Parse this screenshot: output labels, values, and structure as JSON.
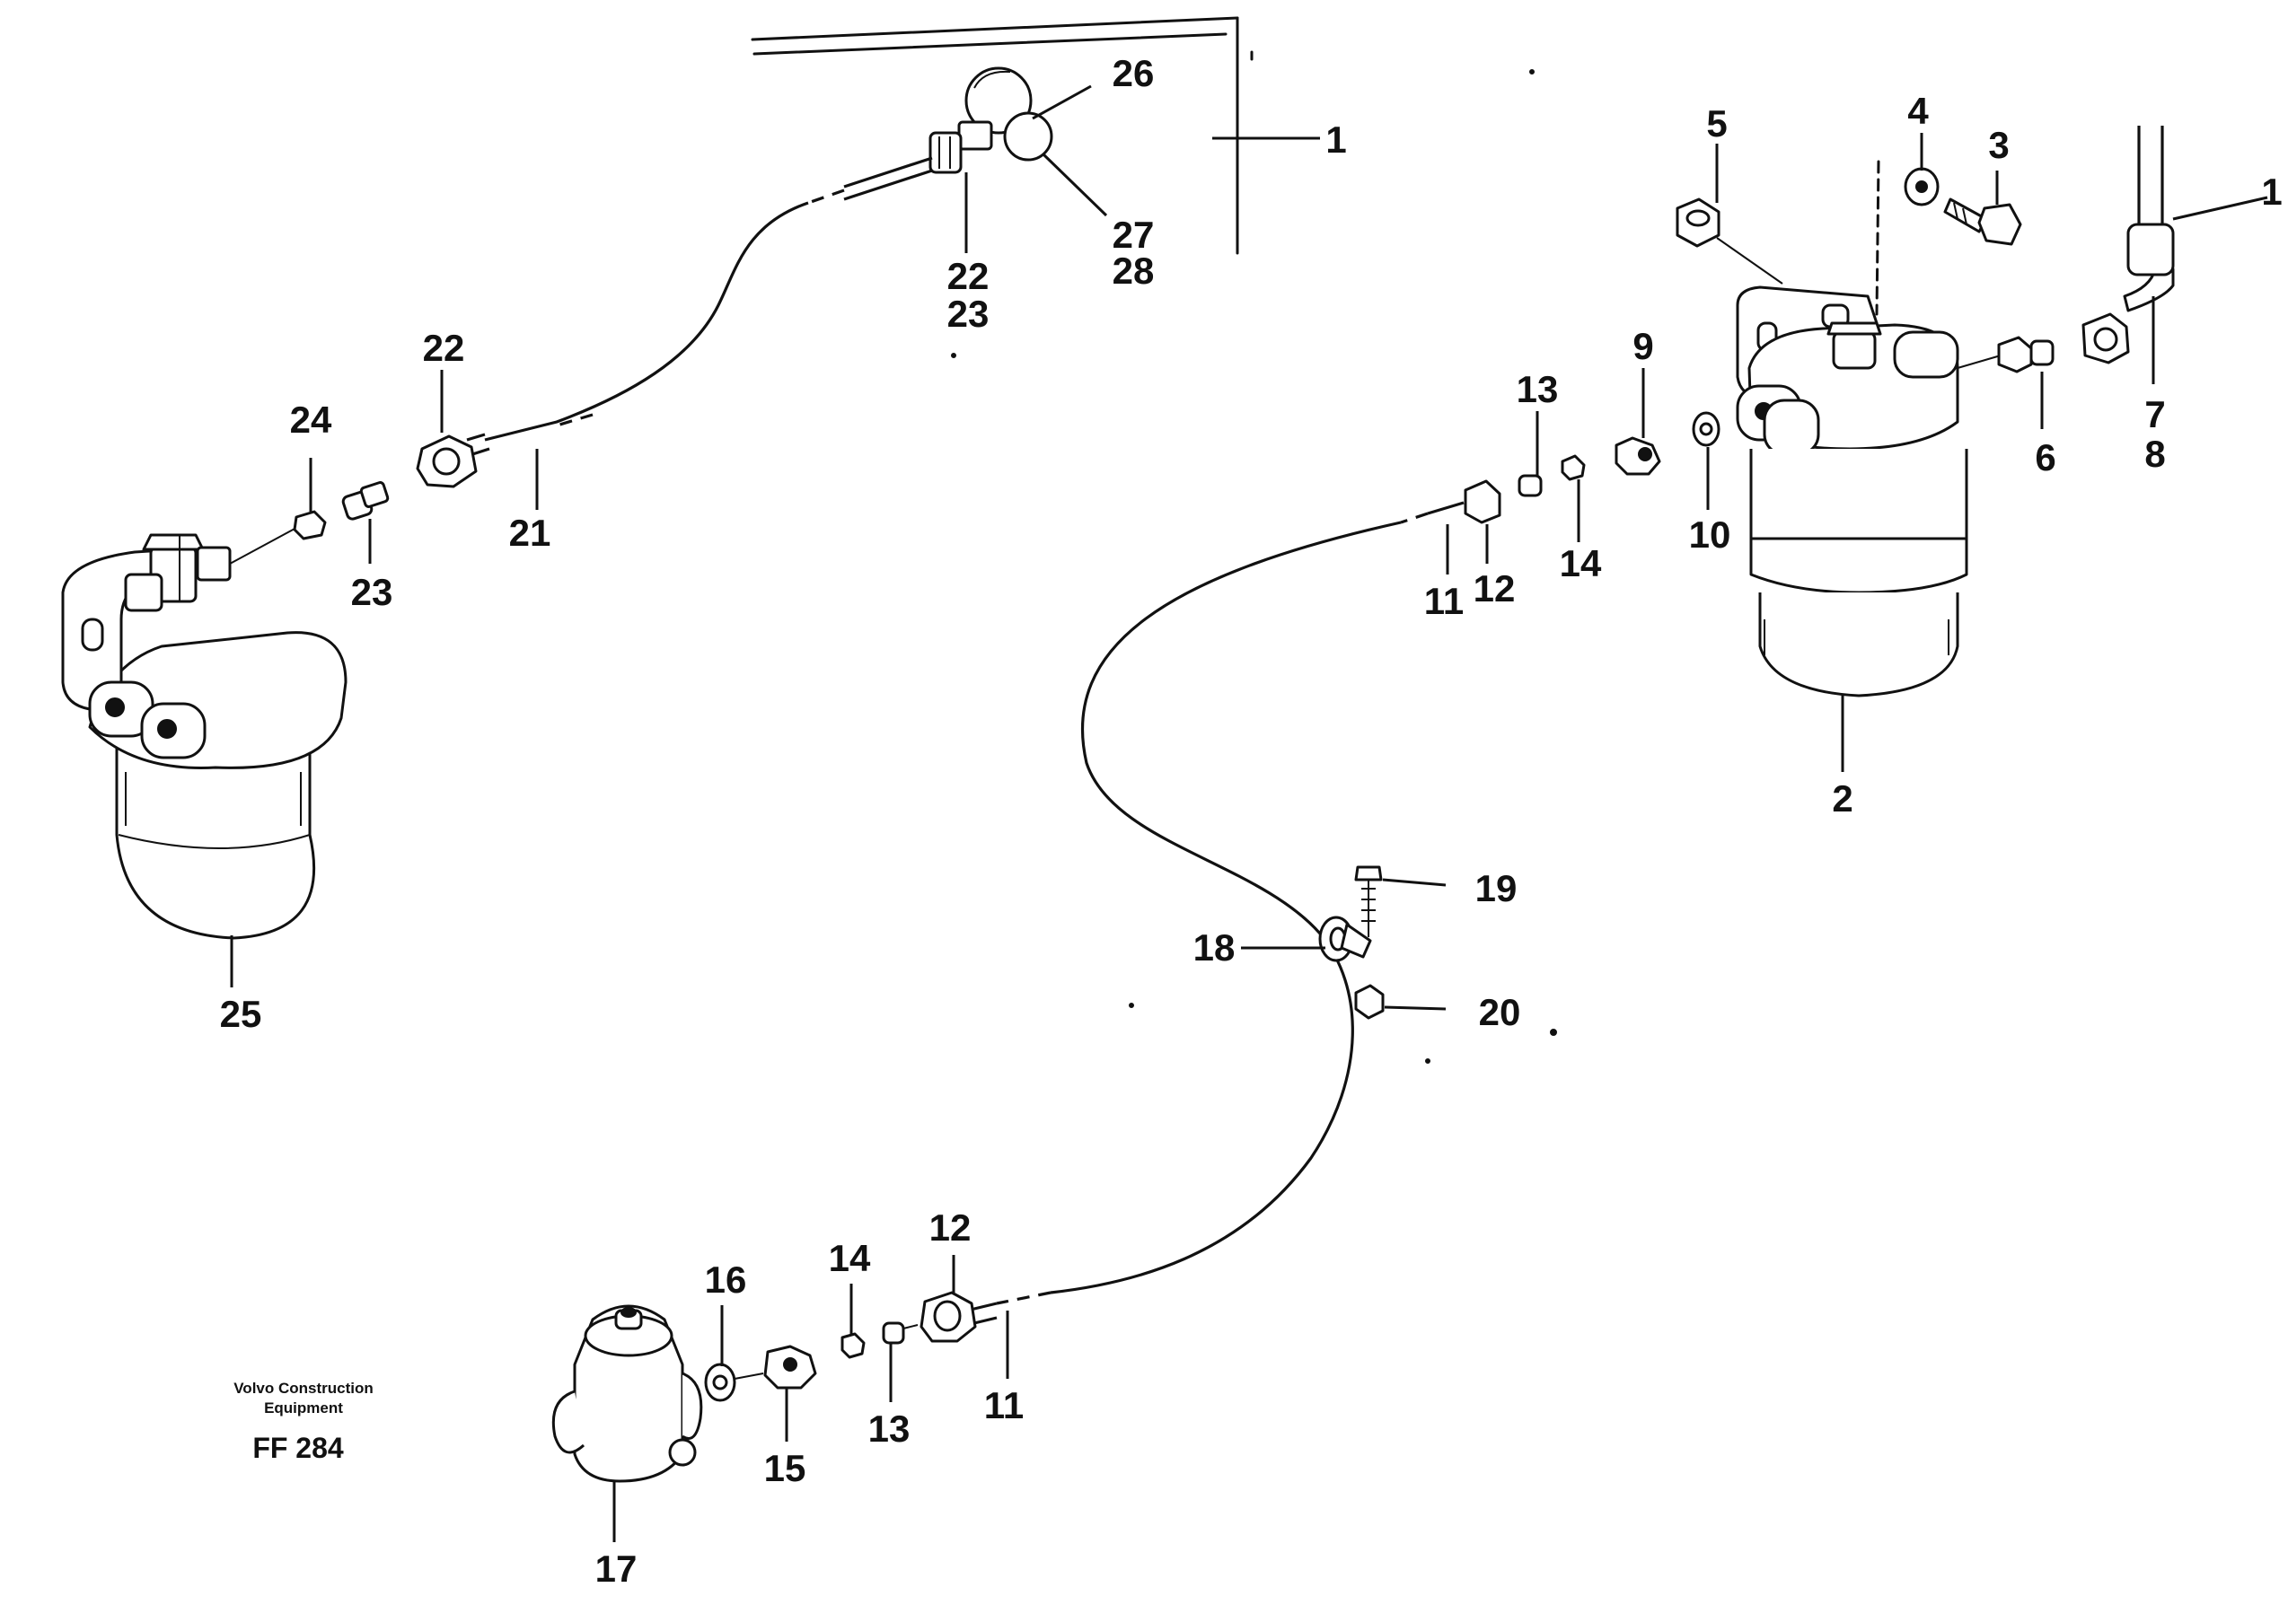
{
  "caption": {
    "line1": "Volvo Construction",
    "line2": "Equipment",
    "code": "FF 284"
  },
  "callouts": [
    {
      "id": "c26",
      "text": "26"
    },
    {
      "id": "c1a",
      "text": "1"
    },
    {
      "id": "c27",
      "text": "27"
    },
    {
      "id": "c28",
      "text": "28"
    },
    {
      "id": "c22a",
      "text": "22"
    },
    {
      "id": "c23a",
      "text": "23"
    },
    {
      "id": "c22b",
      "text": "22"
    },
    {
      "id": "c24",
      "text": "24"
    },
    {
      "id": "c21",
      "text": "21"
    },
    {
      "id": "c23b",
      "text": "23"
    },
    {
      "id": "c25",
      "text": "25"
    },
    {
      "id": "c5",
      "text": "5"
    },
    {
      "id": "c4",
      "text": "4"
    },
    {
      "id": "c3",
      "text": "3"
    },
    {
      "id": "c1b",
      "text": "1"
    },
    {
      "id": "c13a",
      "text": "13"
    },
    {
      "id": "c9",
      "text": "9"
    },
    {
      "id": "c14a",
      "text": "14"
    },
    {
      "id": "c11a",
      "text": "11"
    },
    {
      "id": "c12a",
      "text": "12"
    },
    {
      "id": "c10",
      "text": "10"
    },
    {
      "id": "c6",
      "text": "6"
    },
    {
      "id": "c7",
      "text": "7"
    },
    {
      "id": "c8",
      "text": "8"
    },
    {
      "id": "c2",
      "text": "2"
    },
    {
      "id": "c19",
      "text": "19"
    },
    {
      "id": "c18",
      "text": "18"
    },
    {
      "id": "c20",
      "text": "20"
    },
    {
      "id": "c12b",
      "text": "12"
    },
    {
      "id": "c14b",
      "text": "14"
    },
    {
      "id": "c16",
      "text": "16"
    },
    {
      "id": "c13b",
      "text": "13"
    },
    {
      "id": "c15",
      "text": "15"
    },
    {
      "id": "c11b",
      "text": "11"
    },
    {
      "id": "c17",
      "text": "17"
    }
  ]
}
